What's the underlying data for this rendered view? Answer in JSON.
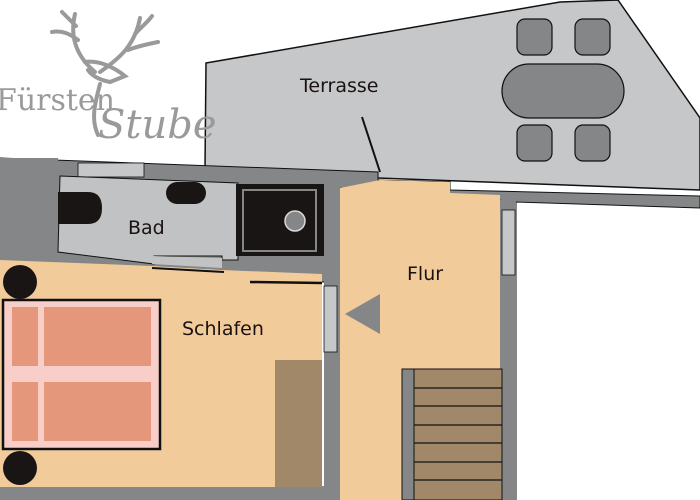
{
  "logo": {
    "text_part1": "Fürsten",
    "text_part2": "Stube",
    "icon": "deer-antler-icon",
    "color": "#9a9a9a"
  },
  "rooms": {
    "terrace": {
      "label": "Terrasse"
    },
    "bathroom": {
      "label": "Bad"
    },
    "bedroom": {
      "label": "Schlafen"
    },
    "hallway": {
      "label": "Flur"
    }
  },
  "colors": {
    "wall": "#858687",
    "terrace": "#c6c7c8",
    "bathroom_floor": "#c1c2c3",
    "room_floor": "#f2cb9a",
    "furniture_dark": "#1a1515",
    "bed_frame": "#f7cfc8",
    "bed_mattress": "#e4977a",
    "wardrobe": "#a08868",
    "stairs": "#a08868",
    "table": "#858687",
    "entrance_arrow": "#858687"
  },
  "stairs": {
    "step_count": 7
  }
}
